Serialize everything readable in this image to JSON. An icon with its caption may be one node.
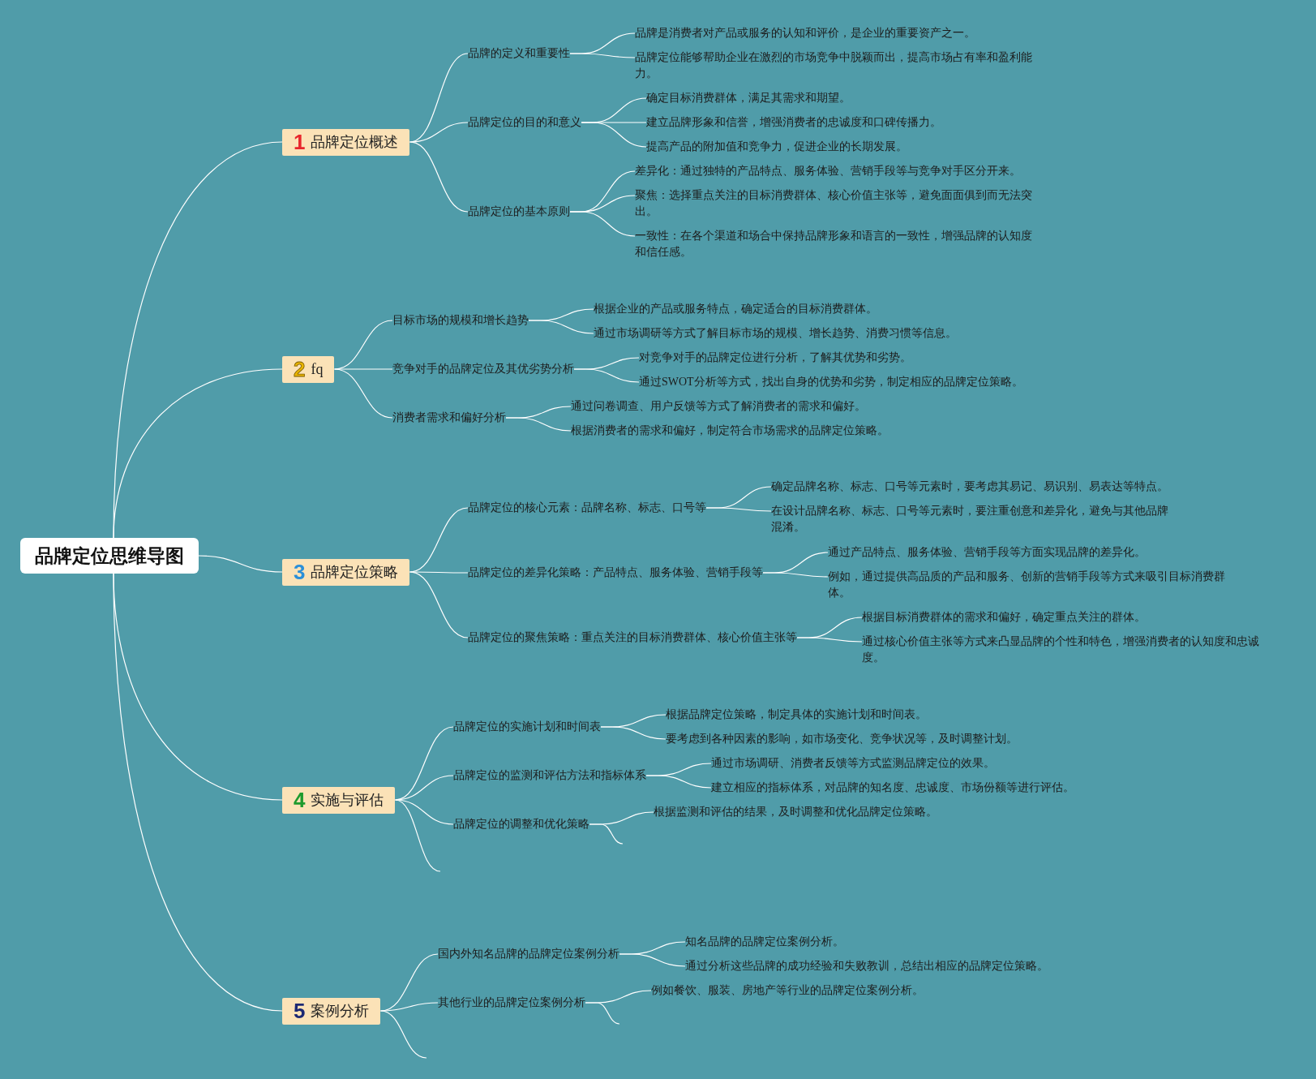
{
  "diagram": {
    "nodes": [
      {
        "text": [
          "品牌定位思维导图"
        ]
      },
      {
        "text": [
          "1",
          "品牌定位概述"
        ]
      },
      {
        "text": [
          "品牌的定义和重要性"
        ]
      },
      {
        "text": [
          "品牌是消费者对产品或服务的认知和评价，是企业的重要资产之一。"
        ]
      },
      {
        "text": [
          "品牌定位能够帮助企业在激烈的市场竞争中脱颖而出，提高市场占有率和盈利能力。"
        ]
      },
      {
        "text": [
          "品牌定位的目的和意义"
        ]
      },
      {
        "text": [
          "确定目标消费群体，满足其需求和期望。"
        ]
      },
      {
        "text": [
          "建立品牌形象和信誉，增强消费者的忠诚度和口碑传播力。"
        ]
      },
      {
        "text": [
          "提高产品的附加值和竞争力，促进企业的长期发展。"
        ]
      },
      {
        "text": [
          "品牌定位的基本原则"
        ]
      },
      {
        "text": [
          "差异化：通过独特的产品特点、服务体验、营销手段等与竞争对手区分开来。"
        ]
      },
      {
        "text": [
          "聚焦：选择重点关注的目标消费群体、核心价值主张等，避免面面俱到而无法突出。"
        ]
      },
      {
        "text": [
          "一致性：在各个渠道和场合中保持品牌形象和语言的一致性，增强品牌的认知度和信任感。"
        ]
      },
      {
        "text": [
          "2",
          "fq"
        ]
      },
      {
        "text": [
          "目标市场的规模和增长趋势"
        ]
      },
      {
        "text": [
          "根据企业的产品或服务特点，确定适合的目标消费群体。"
        ]
      },
      {
        "text": [
          "通过市场调研等方式了解目标市场的规模、增长趋势、消费习惯等信息。"
        ]
      },
      {
        "text": [
          "竞争对手的品牌定位及其优劣势分析"
        ]
      },
      {
        "text": [
          "对竞争对手的品牌定位进行分析，了解其优势和劣势。"
        ]
      },
      {
        "text": [
          "通过SWOT分析等方式，找出自身的优势和劣势，制定相应的品牌定位策略。"
        ]
      },
      {
        "text": [
          "消费者需求和偏好分析"
        ]
      },
      {
        "text": [
          "通过问卷调查、用户反馈等方式了解消费者的需求和偏好。"
        ]
      },
      {
        "text": [
          "根据消费者的需求和偏好，制定符合市场需求的品牌定位策略。"
        ]
      },
      {
        "text": [
          "3",
          "品牌定位策略"
        ]
      },
      {
        "text": [
          "品牌定位的核心元素：品牌名称、标志、口号等"
        ]
      },
      {
        "text": [
          "确定品牌名称、标志、口号等元素时，要考虑其易记、易识别、易表达等特点。"
        ]
      },
      {
        "text": [
          "在设计品牌名称、标志、口号等元素时，要注重创意和差异化，避免与其他品牌混淆。"
        ]
      },
      {
        "text": [
          "品牌定位的差异化策略：产品特点、服务体验、营销手段等"
        ]
      },
      {
        "text": [
          "通过产品特点、服务体验、营销手段等方面实现品牌的差异化。"
        ]
      },
      {
        "text": [
          "例如，通过提供高品质的产品和服务、创新的营销手段等方式来吸引目标消费群体。"
        ]
      },
      {
        "text": [
          "品牌定位的聚焦策略：重点关注的目标消费群体、核心价值主张等"
        ]
      },
      {
        "text": [
          "根据目标消费群体的需求和偏好，确定重点关注的群体。"
        ]
      },
      {
        "text": [
          "通过核心价值主张等方式来凸显品牌的个性和特色，增强消费者的认知度和忠诚度。"
        ]
      },
      {
        "text": [
          "4",
          "实施与评估"
        ]
      },
      {
        "text": [
          "品牌定位的实施计划和时间表"
        ]
      },
      {
        "text": [
          "根据品牌定位策略，制定具体的实施计划和时间表。"
        ]
      },
      {
        "text": [
          "要考虑到各种因素的影响，如市场变化、竞争状况等，及时调整计划。"
        ]
      },
      {
        "text": [
          "品牌定位的监测和评估方法和指标体系"
        ]
      },
      {
        "text": [
          "通过市场调研、消费者反馈等方式监测品牌定位的效果。"
        ]
      },
      {
        "text": [
          "建立相应的指标体系，对品牌的知名度、忠诚度、市场份额等进行评估。"
        ]
      },
      {
        "text": [
          "品牌定位的调整和优化策略"
        ]
      },
      {
        "text": [
          "根据监测和评估的结果，及时调整和优化品牌定位策略。"
        ]
      },
      {
        "text": [
          "5",
          "案例分析"
        ]
      },
      {
        "text": [
          "国内外知名品牌的品牌定位案例分析"
        ]
      },
      {
        "text": [
          "知名品牌的品牌定位案例分析。"
        ]
      },
      {
        "text": [
          "通过分析这些品牌的成功经验和失败教训，总结出相应的品牌定位策略。"
        ]
      },
      {
        "text": [
          "其他行业的品牌定位案例分析"
        ]
      },
      {
        "text": [
          "例如餐饮、服装、房地产等行业的品牌定位案例分析。"
        ]
      }
    ],
    "edges": [
      {
        "from": 0,
        "to": 1,
        "arrow": "none"
      },
      {
        "from": 1,
        "to": 2,
        "arrow": "none"
      },
      {
        "from": 2,
        "to": 3,
        "arrow": "none"
      },
      {
        "from": 2,
        "to": 4,
        "arrow": "none"
      },
      {
        "from": 1,
        "to": 5,
        "arrow": "none"
      },
      {
        "from": 5,
        "to": 6,
        "arrow": "none"
      },
      {
        "from": 5,
        "to": 7,
        "arrow": "none"
      },
      {
        "from": 5,
        "to": 8,
        "arrow": "none"
      },
      {
        "from": 1,
        "to": 9,
        "arrow": "none"
      },
      {
        "from": 9,
        "to": 10,
        "arrow": "none"
      },
      {
        "from": 9,
        "to": 11,
        "arrow": "none"
      },
      {
        "from": 9,
        "to": 12,
        "arrow": "none"
      },
      {
        "from": 0,
        "to": 13,
        "arrow": "none"
      },
      {
        "from": 13,
        "to": 14,
        "arrow": "none"
      },
      {
        "from": 14,
        "to": 15,
        "arrow": "none"
      },
      {
        "from": 14,
        "to": 16,
        "arrow": "none"
      },
      {
        "from": 13,
        "to": 17,
        "arrow": "none"
      },
      {
        "from": 17,
        "to": 18,
        "arrow": "none"
      },
      {
        "from": 17,
        "to": 19,
        "arrow": "none"
      },
      {
        "from": 13,
        "to": 20,
        "arrow": "none"
      },
      {
        "from": 20,
        "to": 21,
        "arrow": "none"
      },
      {
        "from": 20,
        "to": 22,
        "arrow": "none"
      },
      {
        "from": 0,
        "to": 23,
        "arrow": "none"
      },
      {
        "from": 23,
        "to": 24,
        "arrow": "none"
      },
      {
        "from": 24,
        "to": 25,
        "arrow": "none"
      },
      {
        "from": 24,
        "to": 26,
        "arrow": "none"
      },
      {
        "from": 23,
        "to": 27,
        "arrow": "none"
      },
      {
        "from": 27,
        "to": 28,
        "arrow": "none"
      },
      {
        "from": 27,
        "to": 29,
        "arrow": "none"
      },
      {
        "from": 23,
        "to": 30,
        "arrow": "none"
      },
      {
        "from": 30,
        "to": 31,
        "arrow": "none"
      },
      {
        "from": 30,
        "to": 32,
        "arrow": "none"
      },
      {
        "from": 0,
        "to": 33,
        "arrow": "none"
      },
      {
        "from": 33,
        "to": 34,
        "arrow": "none"
      },
      {
        "from": 34,
        "to": 35,
        "arrow": "none"
      },
      {
        "from": 34,
        "to": 36,
        "arrow": "none"
      },
      {
        "from": 33,
        "to": 37,
        "arrow": "none"
      },
      {
        "from": 37,
        "to": 38,
        "arrow": "none"
      },
      {
        "from": 37,
        "to": 39,
        "arrow": "none"
      },
      {
        "from": 33,
        "to": 40,
        "arrow": "none"
      },
      {
        "from": 40,
        "to": 41,
        "arrow": "none"
      },
      {
        "from": 40,
        "to": null,
        "arrow": "none"
      },
      {
        "from": 33,
        "to": null,
        "arrow": "none"
      },
      {
        "from": 0,
        "to": 42,
        "arrow": "none"
      },
      {
        "from": 42,
        "to": 43,
        "arrow": "none"
      },
      {
        "from": 43,
        "to": 44,
        "arrow": "none"
      },
      {
        "from": 43,
        "to": 45,
        "arrow": "none"
      },
      {
        "from": 42,
        "to": 46,
        "arrow": "none"
      },
      {
        "from": 46,
        "to": 47,
        "arrow": "none"
      },
      {
        "from": 46,
        "to": null,
        "arrow": "none"
      },
      {
        "from": 42,
        "to": null,
        "arrow": "none"
      }
    ]
  }
}
